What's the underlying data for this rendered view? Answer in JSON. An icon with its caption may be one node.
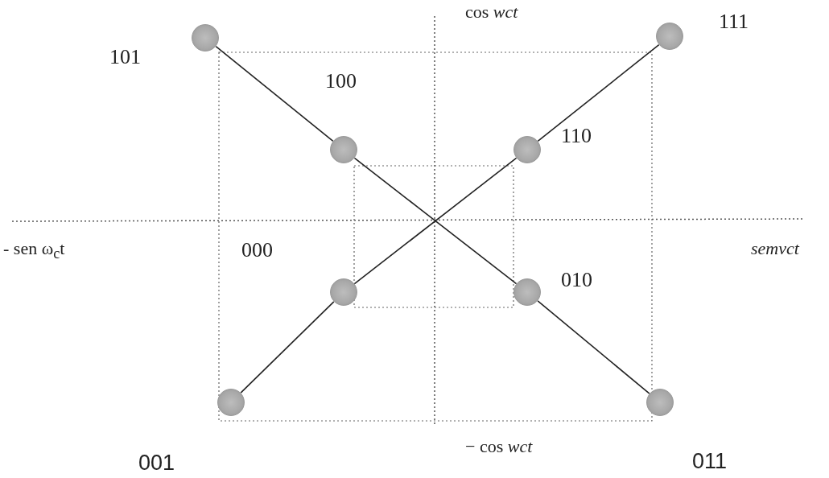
{
  "diagram": {
    "nodes": [
      {
        "text": [],
        "shape": "circle"
      },
      {
        "text": [],
        "shape": "circle"
      },
      {
        "text": [],
        "shape": "circle"
      },
      {
        "text": [],
        "shape": "circle"
      },
      {
        "text": [],
        "shape": "circle"
      },
      {
        "text": [],
        "shape": "circle"
      },
      {
        "text": [],
        "shape": "circle"
      },
      {
        "text": [],
        "shape": "circle"
      }
    ],
    "edges": [
      {
        "from": 0,
        "to": 2,
        "arrow": "none"
      },
      {
        "from": 2,
        "to": 5,
        "arrow": "none"
      },
      {
        "from": 5,
        "to": 7,
        "arrow": "none"
      },
      {
        "from": 6,
        "to": 4,
        "arrow": "none"
      },
      {
        "from": 4,
        "to": 3,
        "arrow": "none"
      },
      {
        "from": 3,
        "to": 1,
        "arrow": "none"
      }
    ],
    "labels": [
      "cos *wct*",
      "111",
      "101",
      "100",
      "110",
      "- sen ω$_{c}$t",
      "000",
      "semvct",
      "010",
      "− cos *wct*",
      "001",
      "011"
    ]
  }
}
